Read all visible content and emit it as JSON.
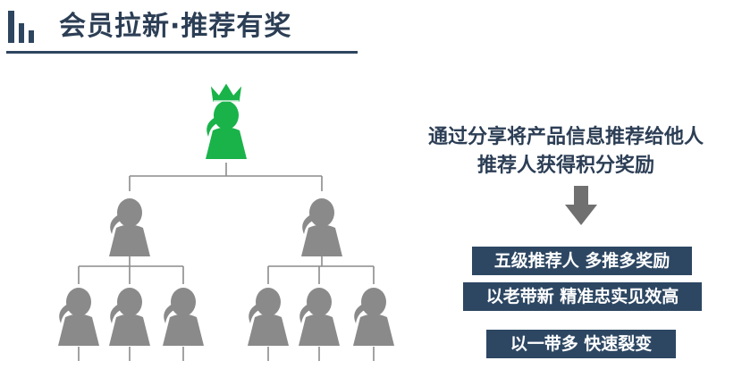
{
  "header": {
    "title": "会员拉新·推荐有奖",
    "icon": "bar-chart-icon"
  },
  "description": {
    "line1": "通过分享将产品信息推荐给他人",
    "line2": "推荐人获得积分奖励"
  },
  "arrow": {
    "icon": "down-arrow-icon"
  },
  "tags": [
    "五级推荐人 多推多奖励",
    "以老带新 精准忠实见效高",
    "以一带多 快速裂变"
  ],
  "colors": {
    "primary": "#2d4763",
    "leader": "#19b34a",
    "member": "#8a8a8a",
    "line": "#8c8c8c"
  }
}
